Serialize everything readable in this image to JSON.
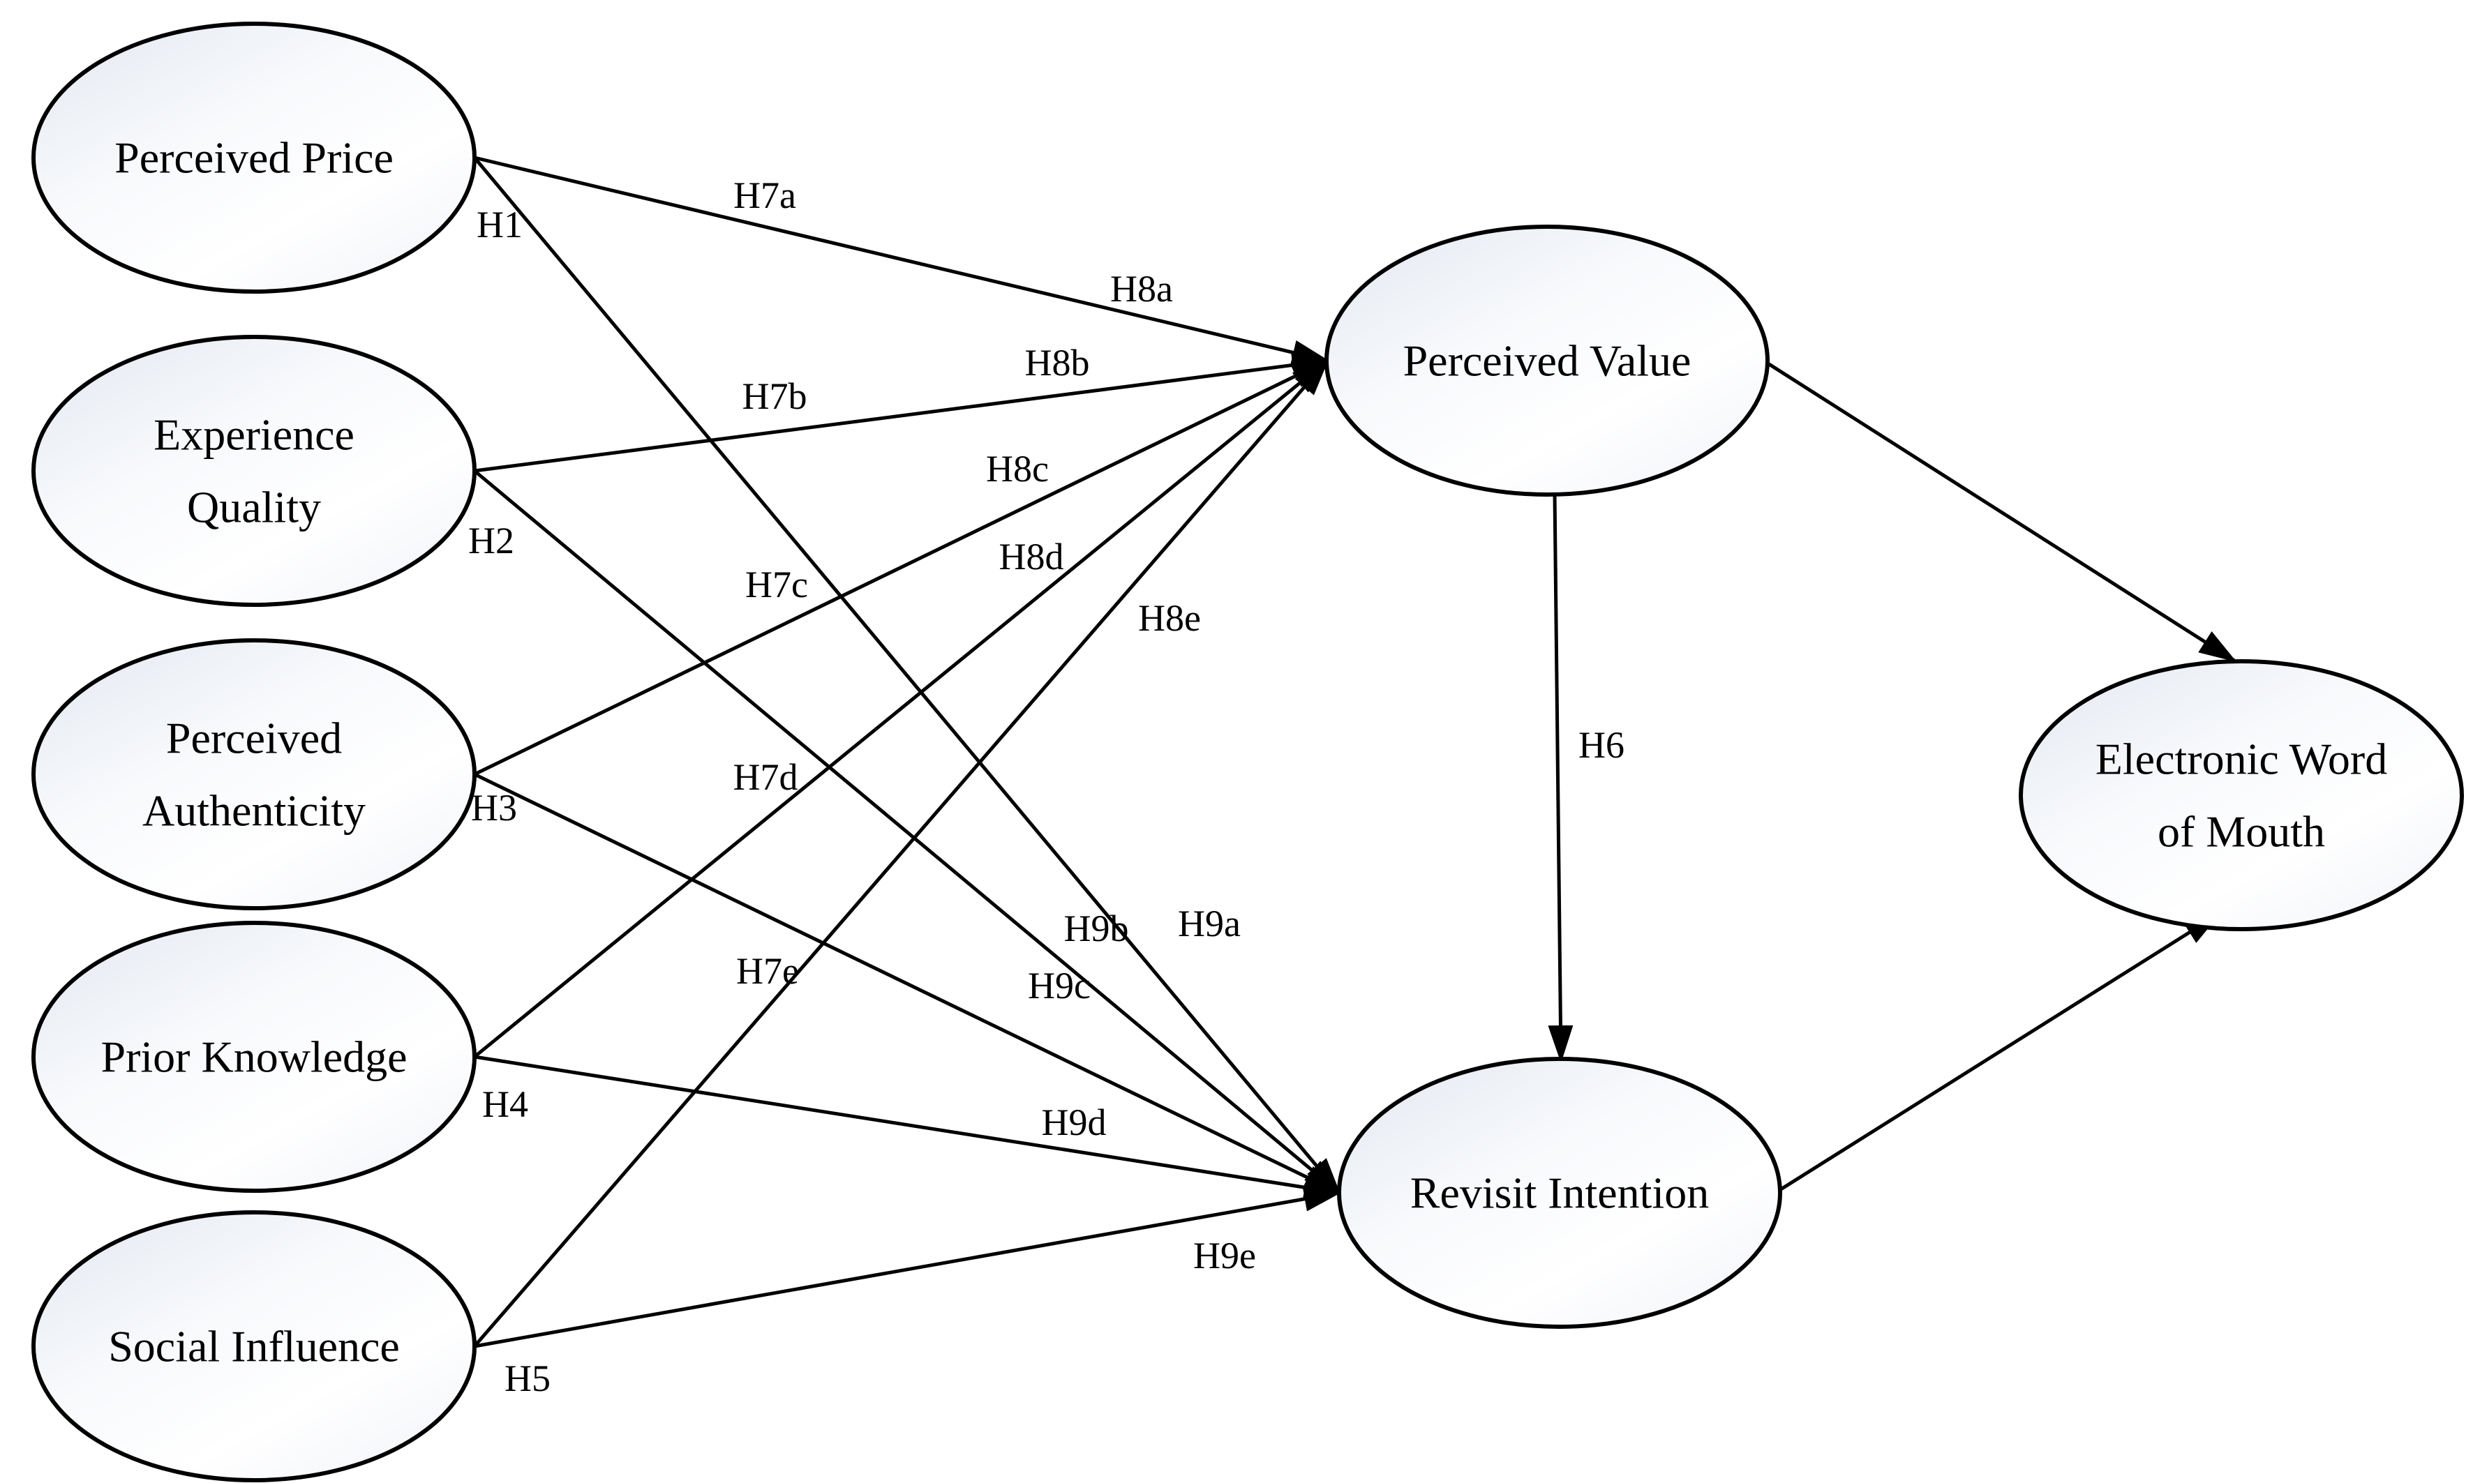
{
  "figure": {
    "kind": "structural-model-diagram",
    "background_color": "#ffffff",
    "line_color": "#000000",
    "node_fill_gradient": [
      "#e3e7ef",
      "#f7f9fc",
      "#ffffff",
      "#f2f4f9"
    ],
    "node_border_color": "#000000"
  },
  "nodes": {
    "perceived_price": {
      "label": "Perceived Price"
    },
    "experience_quality": {
      "label": "Experience Quality",
      "line1": "Experience",
      "line2": "Quality"
    },
    "perceived_authenticity": {
      "label": "Perceived Authenticity",
      "line1": "Perceived",
      "line2": "Authenticity"
    },
    "prior_knowledge": {
      "label": "Prior Knowledge"
    },
    "social_influence": {
      "label": "Social Influence"
    },
    "perceived_value": {
      "label": "Perceived Value"
    },
    "revisit_intention": {
      "label": "Revisit Intention"
    },
    "electronic_word_of_mouth": {
      "label": "Electronic Word of Mouth",
      "line1": "Electronic Word",
      "line2": "of Mouth"
    }
  },
  "hypothesis_labels": {
    "H1": "H1",
    "H2": "H2",
    "H3": "H3",
    "H4": "H4",
    "H5": "H5",
    "H6": "H6",
    "H7a": "H7a",
    "H7b": "H7b",
    "H7c": "H7c",
    "H7d": "H7d",
    "H7e": "H7e",
    "H8a": "H8a",
    "H8b": "H8b",
    "H8c": "H8c",
    "H8d": "H8d",
    "H8e": "H8e",
    "H9a": "H9a",
    "H9b": "H9b",
    "H9c": "H9c",
    "H9d": "H9d",
    "H9e": "H9e"
  },
  "edges": [
    {
      "from": "perceived_price",
      "to": "perceived_value",
      "labels": [
        "H7a",
        "H8a"
      ]
    },
    {
      "from": "experience_quality",
      "to": "perceived_value",
      "labels": [
        "H7b",
        "H8b"
      ]
    },
    {
      "from": "perceived_authenticity",
      "to": "perceived_value",
      "labels": [
        "H7c",
        "H8c"
      ]
    },
    {
      "from": "prior_knowledge",
      "to": "perceived_value",
      "labels": [
        "H7d",
        "H8d"
      ]
    },
    {
      "from": "social_influence",
      "to": "perceived_value",
      "labels": [
        "H7e",
        "H8e"
      ]
    },
    {
      "from": "perceived_price",
      "to": "revisit_intention",
      "labels": [
        "H1",
        "H9a"
      ]
    },
    {
      "from": "experience_quality",
      "to": "revisit_intention",
      "labels": [
        "H2",
        "H9b"
      ]
    },
    {
      "from": "perceived_authenticity",
      "to": "revisit_intention",
      "labels": [
        "H3",
        "H9c"
      ]
    },
    {
      "from": "prior_knowledge",
      "to": "revisit_intention",
      "labels": [
        "H4",
        "H9d"
      ]
    },
    {
      "from": "social_influence",
      "to": "revisit_intention",
      "labels": [
        "H5",
        "H9e"
      ]
    },
    {
      "from": "perceived_value",
      "to": "revisit_intention",
      "labels": [
        "H6"
      ]
    },
    {
      "from": "perceived_value",
      "to": "electronic_word_of_mouth",
      "labels": []
    },
    {
      "from": "revisit_intention",
      "to": "electronic_word_of_mouth",
      "labels": []
    }
  ]
}
